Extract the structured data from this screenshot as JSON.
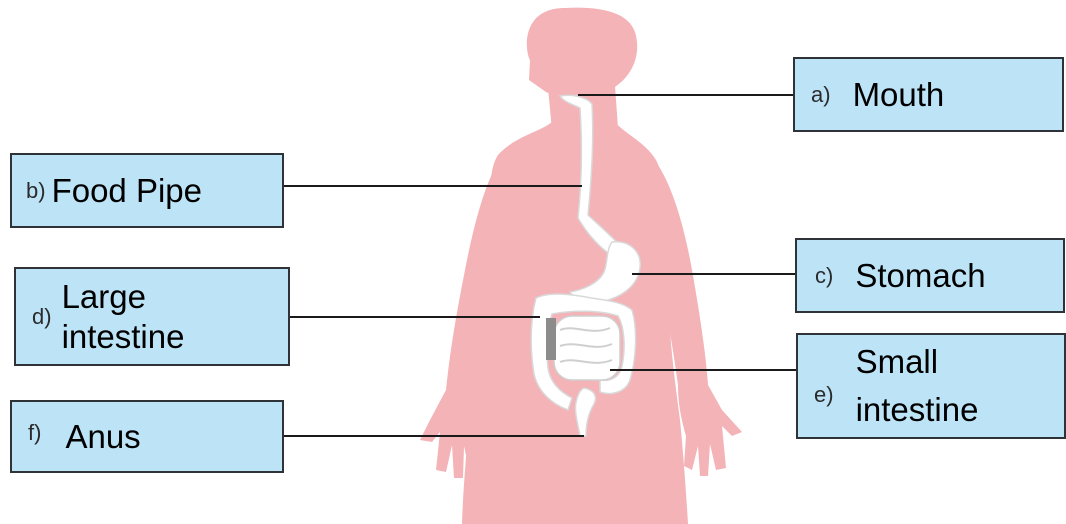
{
  "colors": {
    "body_fill": "#f3b3b7",
    "organ_fill": "#ffffff",
    "organ_outline": "#d9d9d9",
    "organ_shadow": "#8c8c8c",
    "box_fill": "#bde3f7",
    "box_border": "#2f3338",
    "leader_line": "#1a1a1a"
  },
  "labels": {
    "mouth": {
      "letter": "a)",
      "name": "Mouth"
    },
    "food_pipe": {
      "letter": "b)",
      "name": "Food Pipe"
    },
    "stomach": {
      "letter": "c)",
      "name": "Stomach"
    },
    "large_intestine": {
      "letter": "d)",
      "name_line1": "Large",
      "name_line2": "intestine"
    },
    "small_intestine": {
      "letter": "e)",
      "name_line1": "Small",
      "name_line2": "intestine"
    },
    "anus": {
      "letter": "f)",
      "name": "Anus"
    }
  }
}
